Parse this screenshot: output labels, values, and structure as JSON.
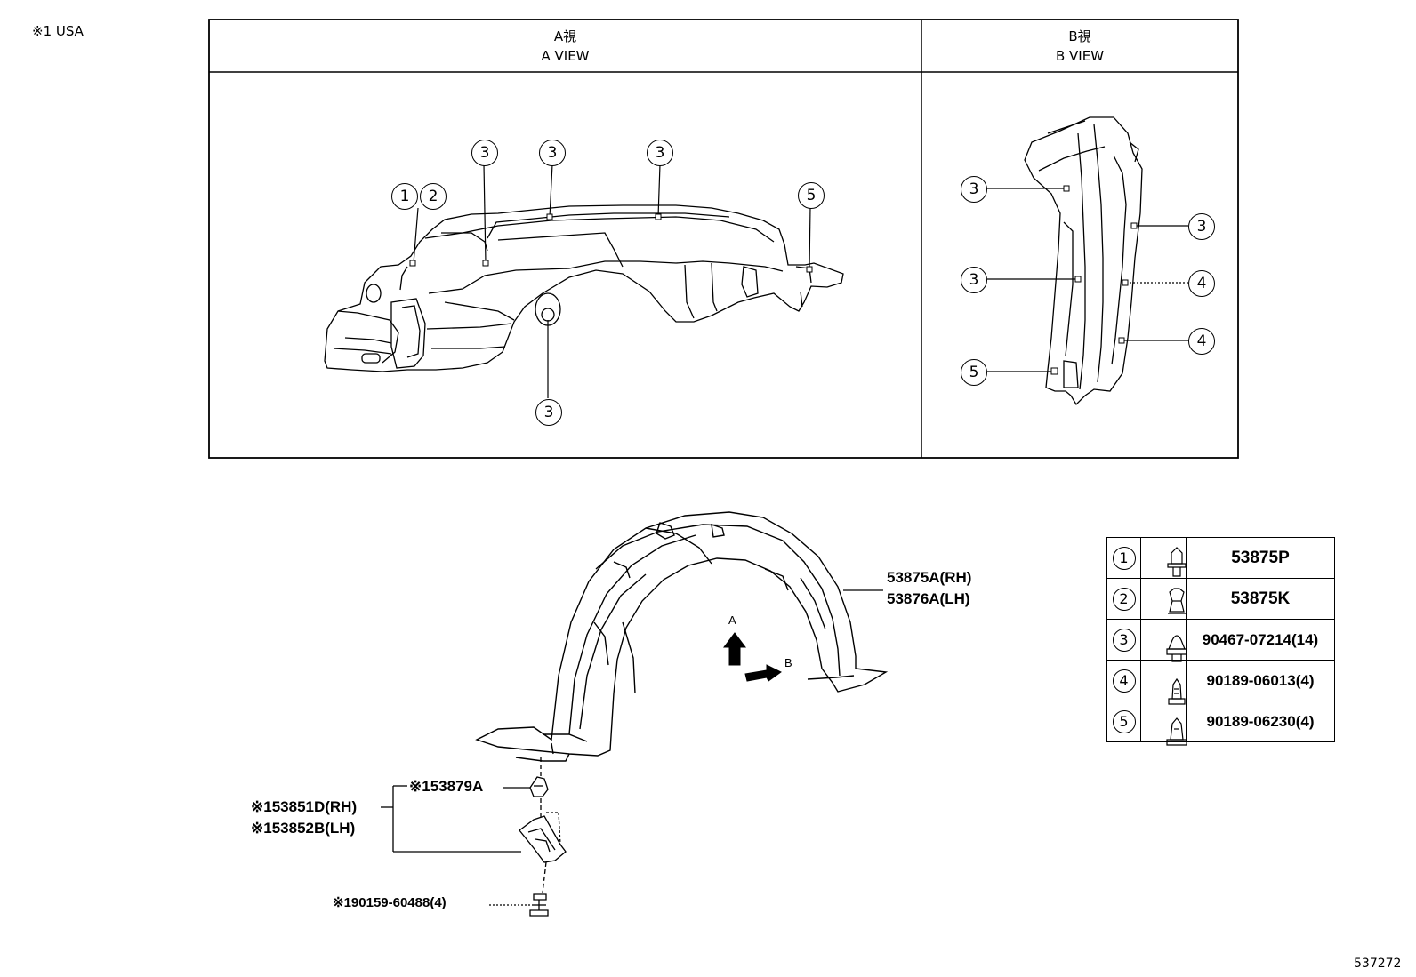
{
  "header_note": "※1 USA",
  "views": {
    "a": {
      "title_jp": "A視",
      "title_en": "A VIEW"
    },
    "b": {
      "title_jp": "B視",
      "title_en": "B VIEW"
    }
  },
  "a_view_callouts": [
    "1",
    "2",
    "3",
    "3",
    "3",
    "5",
    "3"
  ],
  "b_view_callouts": [
    "3",
    "3",
    "5",
    "3",
    "4",
    "4"
  ],
  "parts": {
    "liner_rh": "53875A(RH)",
    "liner_lh": "53876A(LH)",
    "nut": "※153879A",
    "seal_rh": "※153851D(RH)",
    "seal_lh": "※153852B(LH)",
    "bolt": "※190159-60488(4)"
  },
  "arrows": {
    "a": "A",
    "b": "B"
  },
  "legend": [
    {
      "num": "1",
      "part": "53875P",
      "icon": "clip-bolt-icon"
    },
    {
      "num": "2",
      "part": "53875K",
      "icon": "clip-push-icon"
    },
    {
      "num": "3",
      "part": "90467-07214(14)",
      "icon": "clip-rivet-icon"
    },
    {
      "num": "4",
      "part": "90189-06013(4)",
      "icon": "clip-screw-icon"
    },
    {
      "num": "5",
      "part": "90189-06230(4)",
      "icon": "clip-grommet-icon"
    }
  ],
  "diagram_code": "537272"
}
